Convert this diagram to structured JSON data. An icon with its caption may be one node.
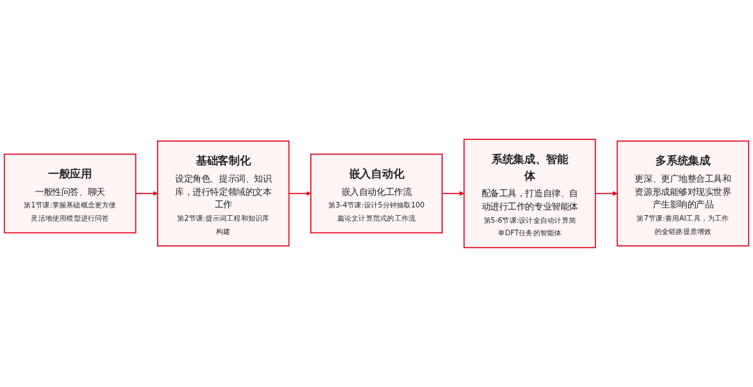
{
  "diagram": {
    "nodes": [
      {
        "text": [
          "一般应用",
          "一般性问答、聊天",
          "第1节课:掌握基础概念更方便灵活地使用模型进行问答"
        ]
      },
      {
        "text": [
          "基础客制化",
          "设定角色、提示词、知识库，进行特定领域的文本工作",
          "第2节课:提示词工程和知识库构建"
        ]
      },
      {
        "text": [
          "嵌入自动化",
          "嵌入自动化工作流",
          "第3-4节课:设计5分钟抽取100篇论文计算范式的工作流"
        ]
      },
      {
        "text": [
          "系统集成、智能体",
          "配备工具，打造自律、自动进行工作的专业智能体",
          "第5-6节课:设计全自动计算简单DFT任务的智能体"
        ]
      },
      {
        "text": [
          "多系统集成",
          "更深、更广地整合工具和资源形成能够对现实世界产生影响的产品",
          "第7节课:善用AI工具，为工作的全链路提质增效"
        ]
      }
    ],
    "edges": [
      {
        "from": 0,
        "to": 1,
        "arrow": "to"
      },
      {
        "from": 1,
        "to": 2,
        "arrow": "to"
      },
      {
        "from": 2,
        "to": 3,
        "arrow": "to"
      },
      {
        "from": 3,
        "to": 4,
        "arrow": "to"
      }
    ]
  }
}
